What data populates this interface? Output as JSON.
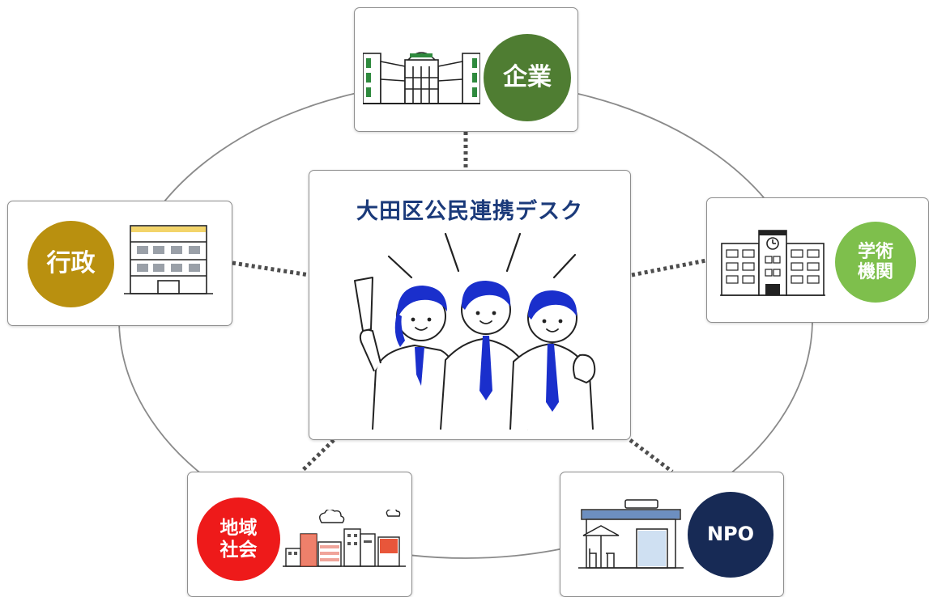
{
  "center": {
    "title": "大田区公民連携デスク"
  },
  "nodes": {
    "company": {
      "label": "企業",
      "color": "#4f7d32"
    },
    "academic": {
      "label_line1": "学術",
      "label_line2": "機関",
      "color": "#7ebf4c"
    },
    "gov": {
      "label": "行政",
      "color": "#b9900f"
    },
    "community": {
      "label_line1": "地域",
      "label_line2": "社会",
      "color": "#ee1a1a"
    },
    "npo": {
      "label": "NPO",
      "color": "#172a55"
    }
  }
}
